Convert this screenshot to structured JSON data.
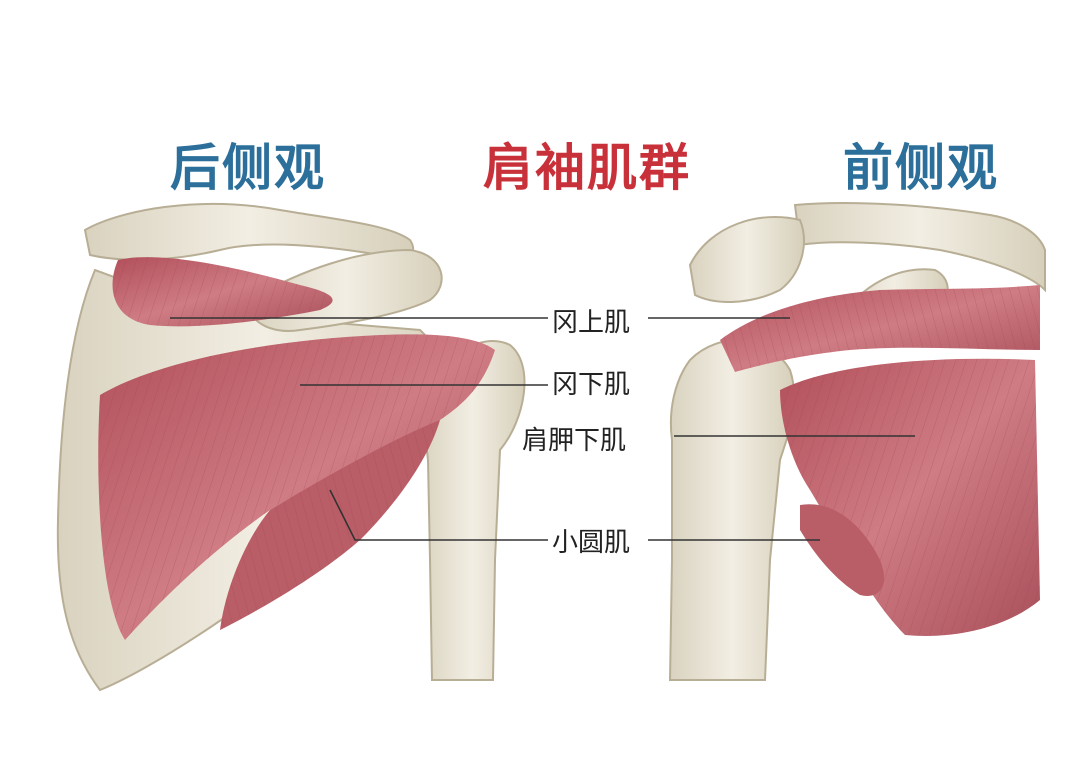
{
  "titles": {
    "posterior": "后侧观",
    "main": "肩袖肌群",
    "anterior": "前侧观"
  },
  "labels": {
    "supraspinatus": "冈上肌",
    "infraspinatus": "冈下肌",
    "subscapularis": "肩胛下肌",
    "teres_minor": "小圆肌"
  },
  "colors": {
    "muscle": "#c0646e",
    "muscle_dark": "#a84955",
    "bone": "#ede8da",
    "bone_shadow": "#cfc7b2",
    "title_blue": "#2b6f9a",
    "title_red": "#c8313a"
  }
}
